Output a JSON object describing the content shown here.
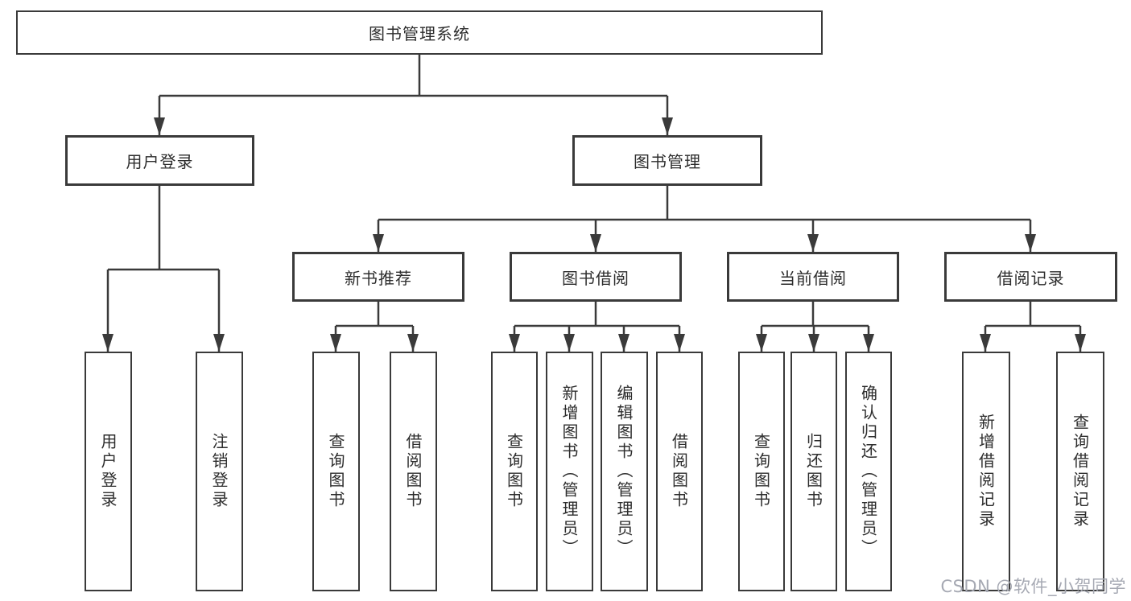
{
  "tree": {
    "root_label": "图书管理系统",
    "branches": [
      {
        "label": "用户登录",
        "children": [
          "用户登录",
          "注销登录"
        ]
      },
      {
        "label": "图书管理",
        "groups": [
          {
            "label": "新书推荐",
            "children": [
              "查询图书",
              "借阅图书"
            ]
          },
          {
            "label": "图书借阅",
            "children": [
              "查询图书",
              "新增图书（管理员）",
              "编辑图书（管理员）",
              "借阅图书"
            ]
          },
          {
            "label": "当前借阅",
            "children": [
              "查询图书",
              "归还图书",
              "确认归还（管理员）"
            ]
          },
          {
            "label": "借阅记录",
            "children": [
              "新增借阅记录",
              "查询借阅记录"
            ]
          }
        ]
      }
    ]
  },
  "colors": {
    "line": "#3a3a3a",
    "text": "#2d2d2d",
    "watermark": "#a6a9b3",
    "background": "#ffffff"
  },
  "watermark": "CSDN @软件_小贺同学"
}
